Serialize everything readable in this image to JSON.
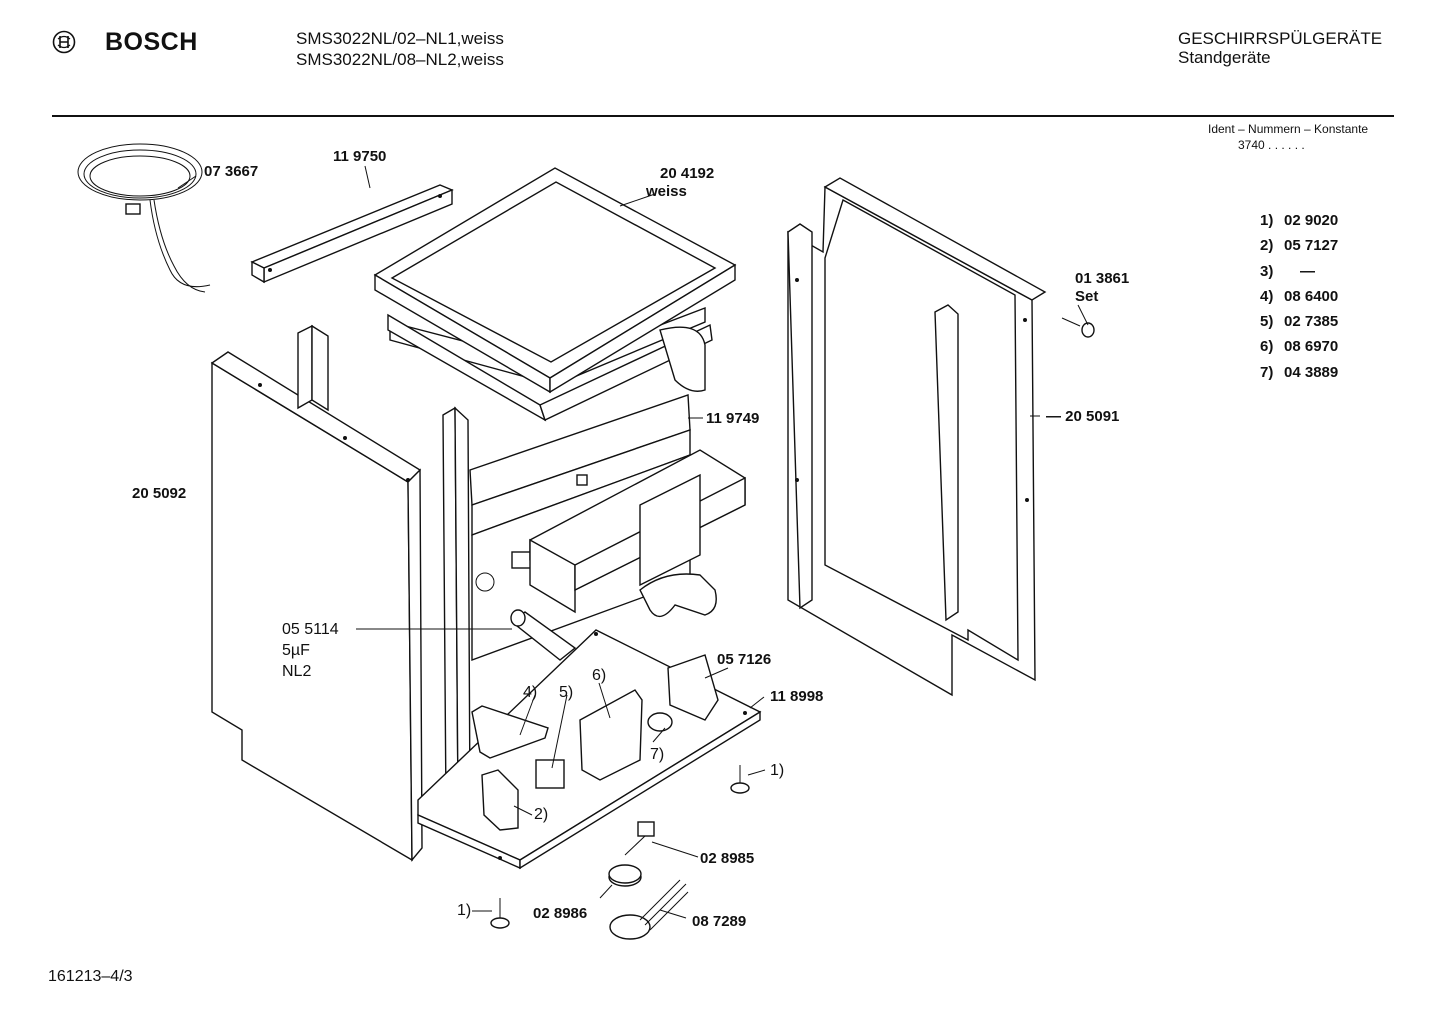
{
  "header": {
    "brand": "BOSCH",
    "models": [
      "SMS3022NL/02–NL1,weiss",
      "SMS3022NL/08–NL2,weiss"
    ],
    "category": "GESCHIRRSPÜLGERÄTE",
    "subcategory": "Standgeräte",
    "ident_label": "Ident – Nummern – Konstante",
    "ident_value": "3740  .  .  .  .  .  ."
  },
  "parts": {
    "p073667": "07 3667",
    "p119750": "11 9750",
    "p204192": "20 4192",
    "p204192_note": "weiss",
    "p013861": "01 3861",
    "p013861_note": "Set",
    "p119749": "11 9749",
    "p205091": "— 20 5091",
    "p205092": "20 5092",
    "p055114": "05 5114",
    "p055114_cap": "5µF",
    "p055114_note": "NL2",
    "p057126": "05 7126",
    "p118998": "11 8998",
    "p028985": "02 8985",
    "p028986": "02 8986",
    "p087289": "08 7289"
  },
  "markers": {
    "m1a": "1)",
    "m1b": "1)",
    "m2": "2)",
    "m4": "4)",
    "m5": "5)",
    "m6": "6)",
    "m7": "7)"
  },
  "reference_list": [
    {
      "key": "1)",
      "value": "02 9020"
    },
    {
      "key": "2)",
      "value": "05 7127"
    },
    {
      "key": "3)",
      "value": "—"
    },
    {
      "key": "4)",
      "value": "08 6400"
    },
    {
      "key": "5)",
      "value": "02 7385"
    },
    {
      "key": "6)",
      "value": "08 6970"
    },
    {
      "key": "7)",
      "value": "04 3889"
    }
  ],
  "footer": {
    "code": "161213–4/3"
  }
}
